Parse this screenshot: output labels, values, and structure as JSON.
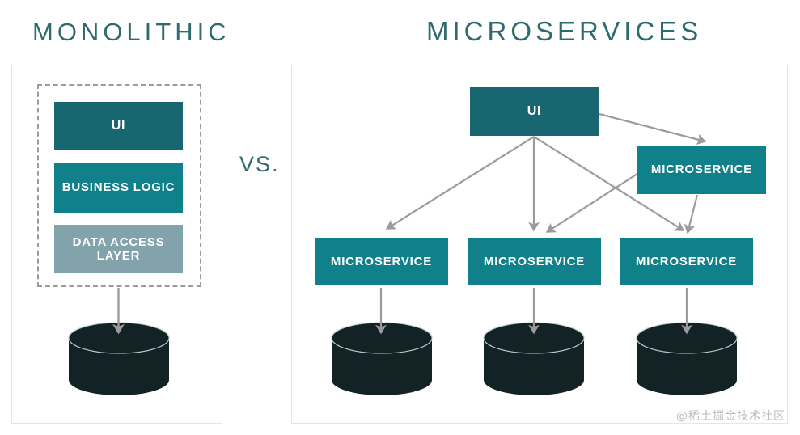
{
  "diagram": {
    "title_left": "MONOLITHIC",
    "title_right": "MICROSERVICES",
    "comparator": "VS.",
    "watermark": "@稀土掘金技术社区"
  },
  "colors": {
    "title_teal": "#2d6b6f",
    "box_dark_teal": "#176670",
    "box_teal": "#10808a",
    "box_gray_blue": "#82a3ac",
    "cylinder_dark": "#132224",
    "arrow_gray": "#9b9b9b",
    "panel_border": "#e3e5e6",
    "dashed_border": "#9b9b9b",
    "watermark_gray": "#b9bcbe"
  },
  "monolithic": {
    "layers": [
      {
        "label": "UI",
        "color_role": "box_dark_teal"
      },
      {
        "label": "BUSINESS LOGIC",
        "color_role": "box_teal"
      },
      {
        "label": "DATA ACCESS LAYER",
        "color_role": "box_gray_blue"
      }
    ],
    "database_count": 1
  },
  "microservices": {
    "ui_label": "UI",
    "service_right_label": "MICROSERVICE",
    "services_bottom": [
      {
        "label": "MICROSERVICE"
      },
      {
        "label": "MICROSERVICE"
      },
      {
        "label": "MICROSERVICE"
      }
    ],
    "database_count": 3
  }
}
